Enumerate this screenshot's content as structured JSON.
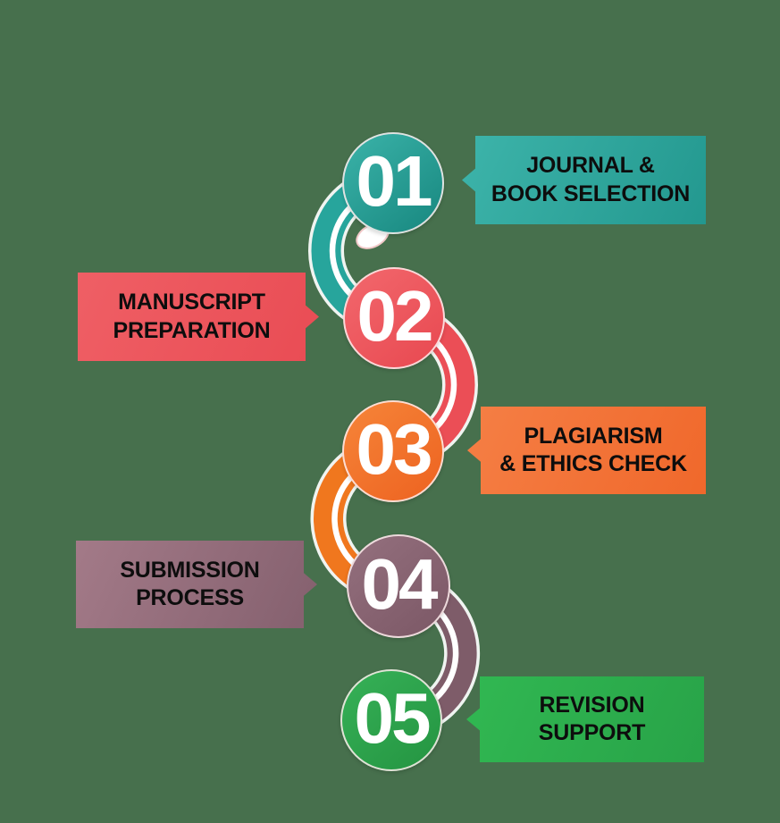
{
  "background_color": "#47704D",
  "steps": [
    {
      "number": "01",
      "label_line1": "JOURNAL &",
      "label_line2": "BOOK SELECTION",
      "side": "right",
      "colors": {
        "circle_light": "#3BB3A9",
        "circle_dark": "#17877F",
        "banner_light": "#3DB4AA",
        "banner_dark": "#23988F",
        "arc": "#27A59C"
      }
    },
    {
      "number": "02",
      "label_line1": "MANUSCRIPT",
      "label_line2": "PREPARATION",
      "side": "left",
      "colors": {
        "circle_light": "#F2686D",
        "circle_dark": "#E84850",
        "banner_light": "#EF5F65",
        "banner_dark": "#E94C54",
        "arc": "#EB4E56"
      }
    },
    {
      "number": "03",
      "label_line1": "PLAGIARISM",
      "label_line2": "& ETHICS CHECK",
      "side": "right",
      "colors": {
        "circle_light": "#F68539",
        "circle_dark": "#ED6220",
        "banner_light": "#F57F45",
        "banner_dark": "#F0682B",
        "arc": "#F0771E"
      }
    },
    {
      "number": "04",
      "label_line1": "SUBMISSION",
      "label_line2": "PROCESS",
      "side": "left",
      "colors": {
        "circle_light": "#94707E",
        "circle_dark": "#7B5765",
        "banner_light": "#A37A88",
        "banner_dark": "#84606E",
        "arc": "#7E5C69"
      }
    },
    {
      "number": "05",
      "label_line1": "REVISION",
      "label_line2": "SUPPORT",
      "side": "right",
      "colors": {
        "circle_light": "#36B157",
        "circle_dark": "#249441",
        "banner_light": "#31B852",
        "banner_dark": "#28A348",
        "arc": null
      }
    }
  ]
}
